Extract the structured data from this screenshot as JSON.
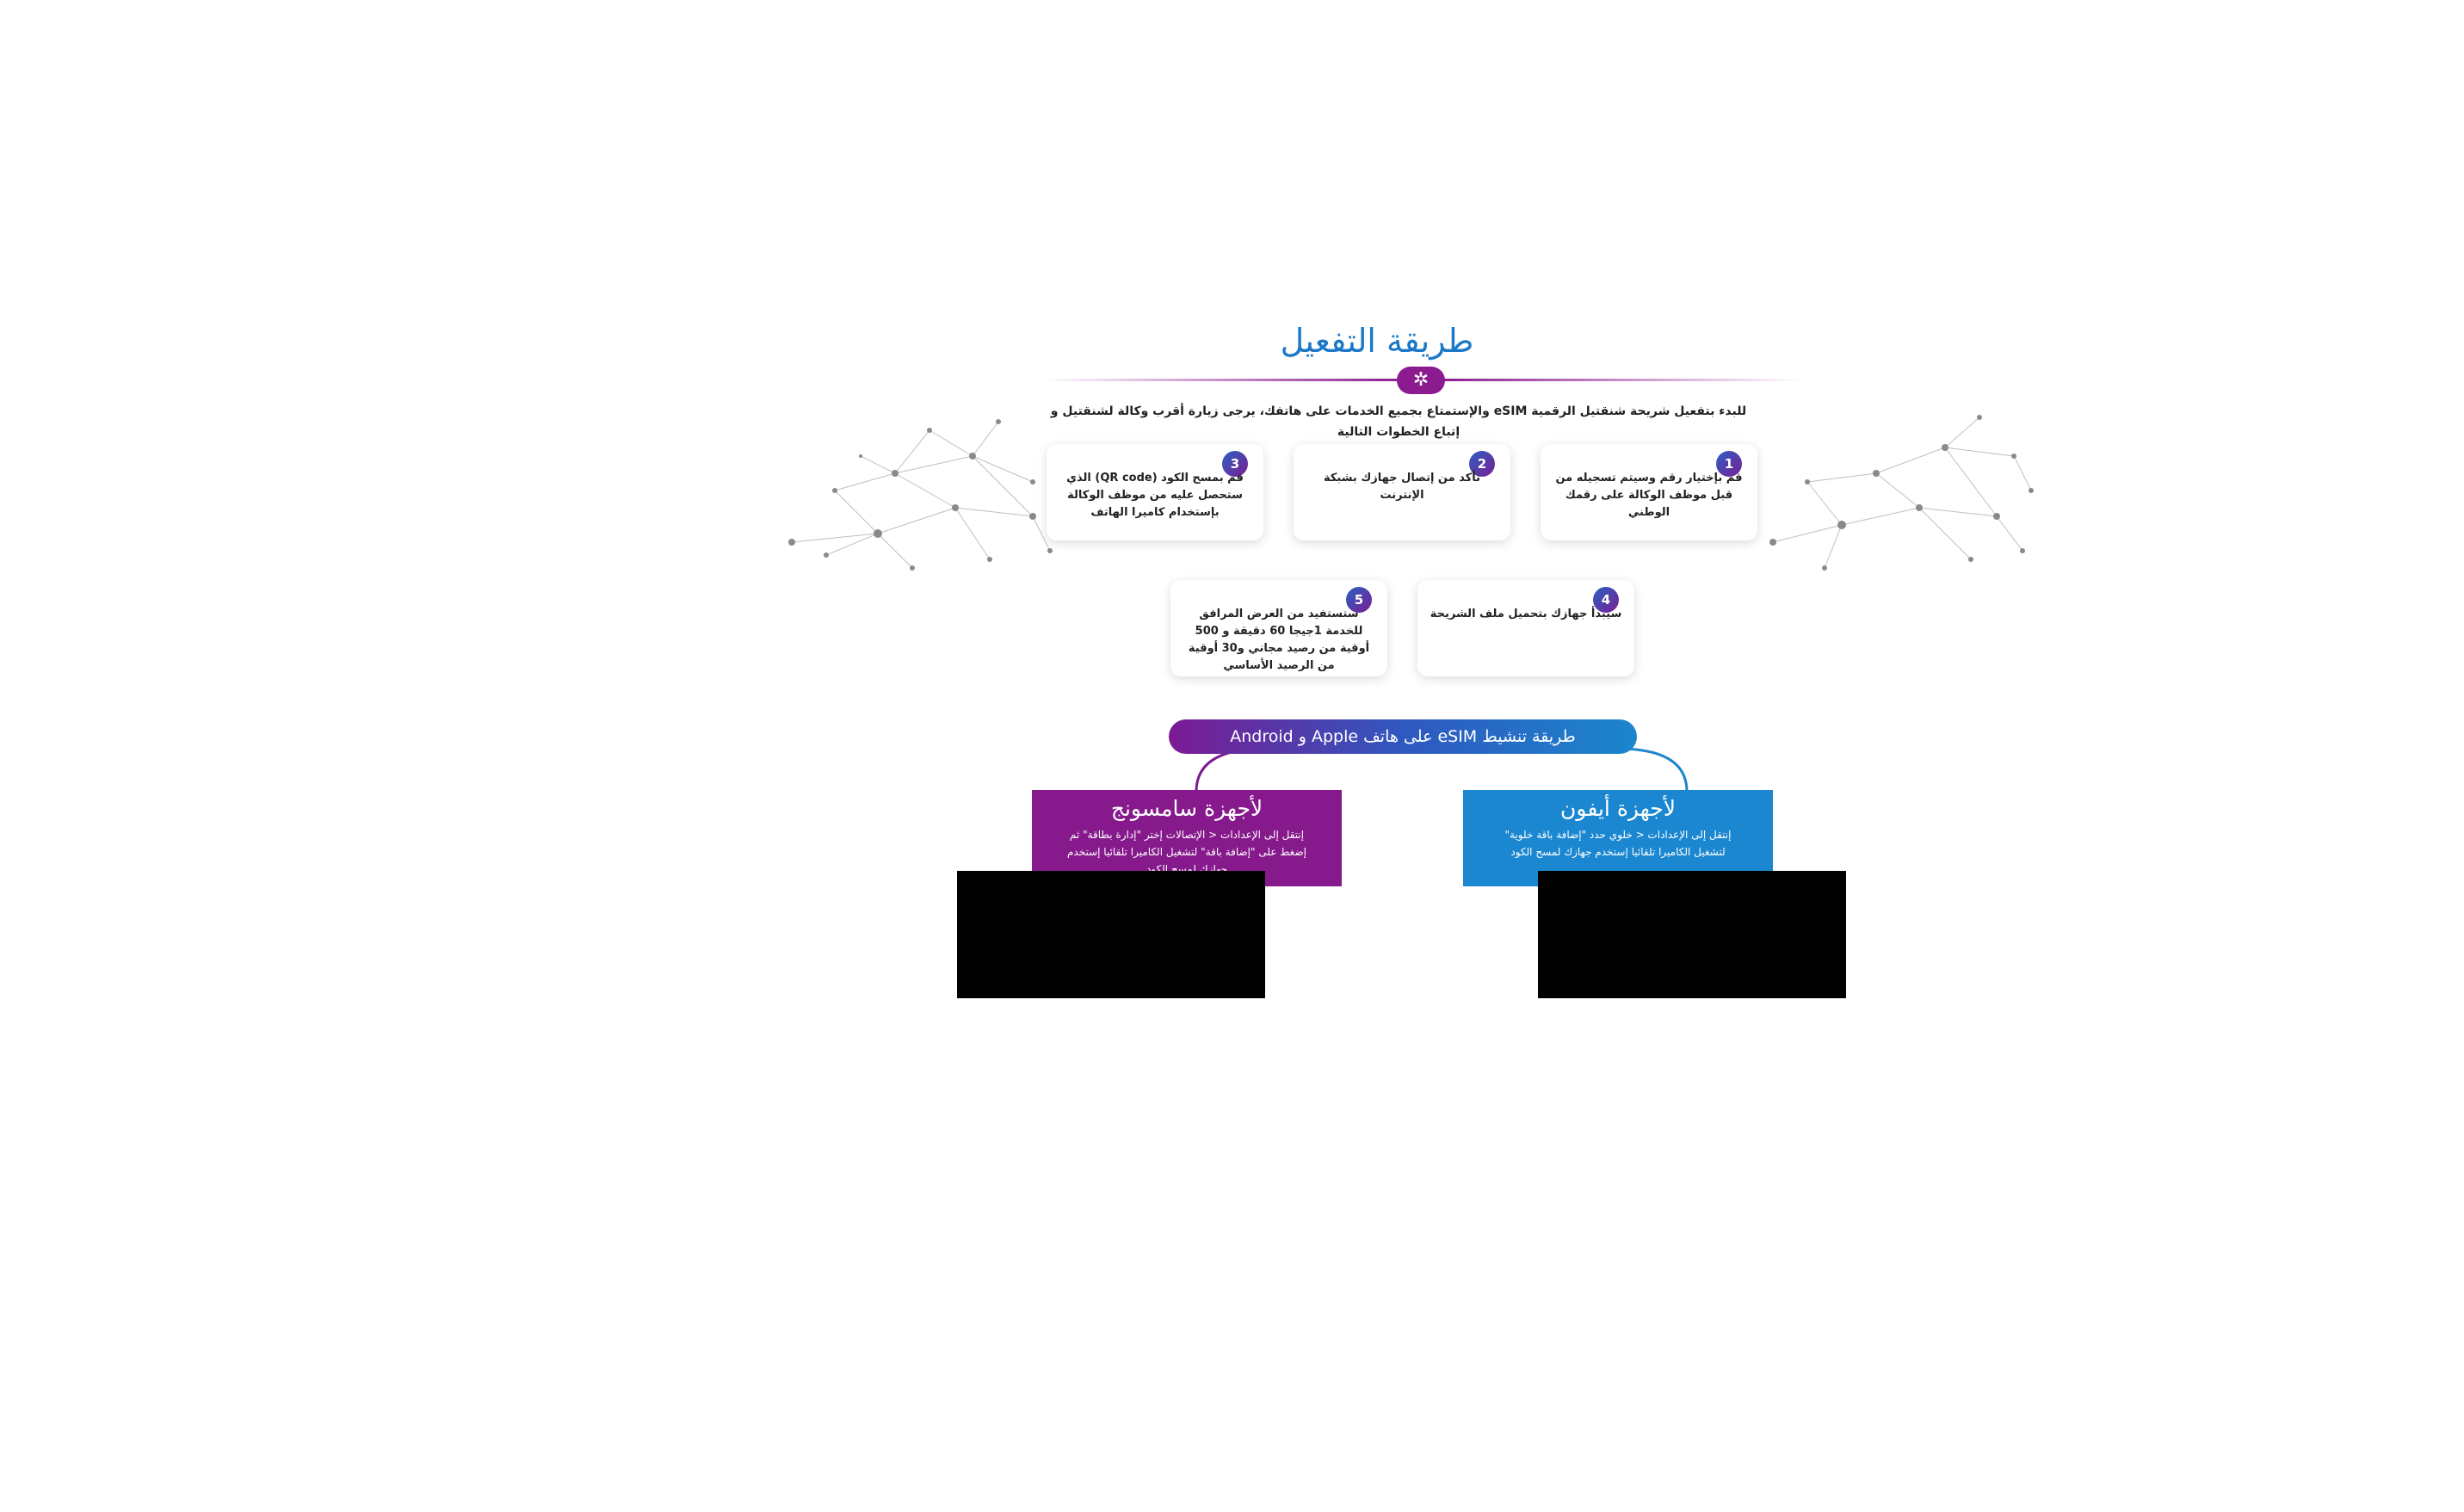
{
  "page": {
    "title": "طريقة التفعيل",
    "emblem_icon": "sparkle-icon",
    "intro": "للبدء بتفعيل شريحة شنقتيل الرقمية eSIM والإستمتاع بجميع الخدمات على هاتفك، يرجى زيارة أقرب وكالة لشنقتيل و إتباع الخطوات التالية"
  },
  "steps": [
    {
      "number": "1",
      "text": "قم بإختيار رقم وسيتم تسجيله من قبل موظف الوكالة على رقمك الوطني"
    },
    {
      "number": "2",
      "text": "تأكد من إتصال جهازك بشبكة الإنترنت"
    },
    {
      "number": "3",
      "text": "قم بمسح الكود (QR code) الذي ستحصل عليه من موظف الوكالة بإستخدام كاميرا الهاتف"
    },
    {
      "number": "4",
      "text": "سيبدأ جهازك بتحميل ملف الشريحة"
    },
    {
      "number": "5",
      "text": "ستستفيد من العرض المرافق للخدمة 1جيجا 60 دقيقة و 500 أوقية من رصيد مجاني و30 أوقية من الرصيد الأساسي"
    }
  ],
  "activation": {
    "label": "طريقة تنشيط eSIM على هاتف Apple و Android"
  },
  "devices": {
    "samsung": {
      "title": "لأجهزة سامسونج",
      "text": "إنتقل إلى الإعدادات < الإتصالات إختر \"إدارة بطاقة\" ثم إضغط على \"إضافة باقة\" لتشغيل الكاميرا تلقائيا إستخدم جهازك لمسح الكود"
    },
    "iphone": {
      "title": "لأجهزة أيفون",
      "text": "إنتقل إلى الإعدادات < خلوي حدد \"إضافة باقة خلوية\" لتشغيل الكاميرا تلقائيا إستخدم جهازك لمسح الكود"
    }
  },
  "colors": {
    "accent_blue": "#1b78c7",
    "accent_purple": "#8b1b8f",
    "samsung_bg": "#861a8c",
    "iphone_bg": "#1a87d0"
  }
}
